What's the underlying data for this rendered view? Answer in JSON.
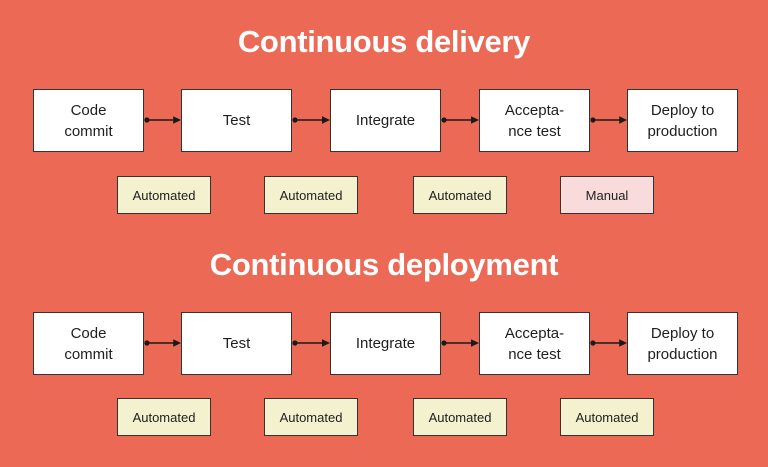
{
  "page": {
    "background": "#ec6a55"
  },
  "colors": {
    "box_bg": "#ffffff",
    "box_border": "#333333",
    "text": "#1e1e1e",
    "title": "#ffffff",
    "arrow": "#1a1a1a",
    "automated_bg": "#f4f1cf",
    "manual_bg": "#f9dbdb"
  },
  "sections": [
    {
      "title": "Continuous delivery",
      "steps": [
        "Code\ncommit",
        "Test",
        "Integrate",
        "Accepta-\nnce test",
        "Deploy to\nproduction"
      ],
      "labels": [
        {
          "text": "Automated",
          "bg": "#f4f1cf"
        },
        {
          "text": "Automated",
          "bg": "#f4f1cf"
        },
        {
          "text": "Automated",
          "bg": "#f4f1cf"
        },
        {
          "text": "Manual",
          "bg": "#f9dbdb"
        }
      ]
    },
    {
      "title": "Continuous deployment",
      "steps": [
        "Code\ncommit",
        "Test",
        "Integrate",
        "Accepta-\nnce test",
        "Deploy to\nproduction"
      ],
      "labels": [
        {
          "text": "Automated",
          "bg": "#f4f1cf"
        },
        {
          "text": "Automated",
          "bg": "#f4f1cf"
        },
        {
          "text": "Automated",
          "bg": "#f4f1cf"
        },
        {
          "text": "Automated",
          "bg": "#f4f1cf"
        }
      ]
    }
  ]
}
